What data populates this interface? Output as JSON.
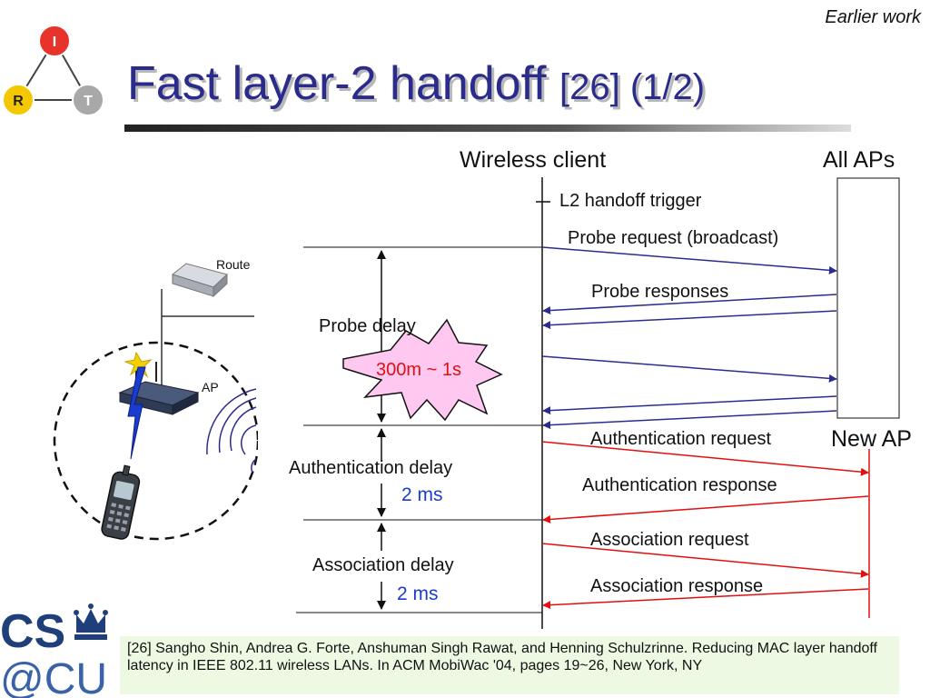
{
  "header": {
    "section_label": "Earlier  work",
    "title_main": "Fast layer-2 handoff",
    "title_ref": "[26] (1/2)",
    "logo_nodes": {
      "top": "I",
      "left": "R",
      "right": "T"
    }
  },
  "network": {
    "router_label": "Route",
    "ap_label": "AP"
  },
  "timeline": {
    "client_title": "Wireless client",
    "all_aps_title": "All APs",
    "new_ap_title": "New AP",
    "trigger": "L2 handoff trigger",
    "probe_request": "Probe request (broadcast)",
    "probe_responses": "Probe responses",
    "probe_delay": "Probe delay",
    "probe_delay_value": "300m ~ 1s",
    "auth_request": "Authentication request",
    "auth_response": "Authentication response",
    "auth_delay": "Authentication delay",
    "auth_delay_value": "2 ms",
    "assoc_request": "Association request",
    "assoc_response": "Association response",
    "assoc_delay": "Association delay",
    "assoc_delay_value": "2 ms"
  },
  "footer": {
    "logo_line1": "CS",
    "logo_line2": "@CU",
    "citation": "[26] Sangho Shin, Andrea G. Forte, Anshuman Singh Rawat, and Henning Schulzrinne. Reducing MAC layer handoff latency in IEEE 802.11 wireless LANs. In ACM MobiWac '04, pages 19~26, New York, NY"
  },
  "colors": {
    "title": "#2b2b8c",
    "probe_arrow": "#2c2c90",
    "auth_arrow": "#e01010",
    "burst_fill": "#ffc8f0",
    "burst_text": "#e01010",
    "delay_value": "#1a3cd0",
    "citation_bg": "#eef9e4",
    "logo_blue": "#1f3f7a"
  }
}
